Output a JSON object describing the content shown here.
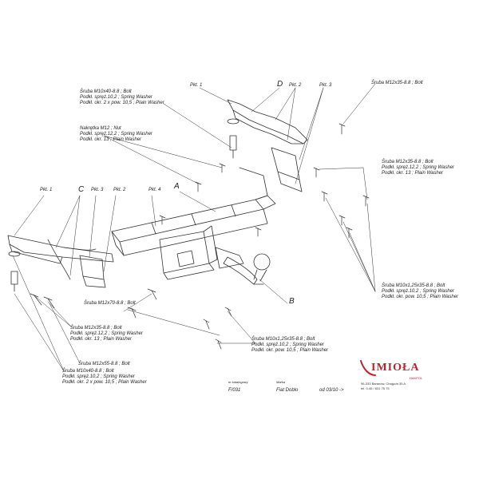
{
  "labels": {
    "bolt_m10x40_top": "Śruba M10x40-8.8 ; Bolt\nPodkł. spręż.10,2 ; Spring Washer\nPodkł. okr. 2 x pow. 10,5 ; Plain Washer",
    "nut_m12": "Nakrętka M12 ; Nut\nPodkł. spręż.12,2 ; Spring Washer\nPodkł. okr. 13 ; Plain Washer",
    "bolt_m12x35_top": "Śruba M12x35-8.8 ; Bolt",
    "bolt_m12x35_right": "Śruba M12x35-8.8 ; Bolt\nPodkł. spręż.12,2 ; Spring Washer\nPodkł. okr. 13 ; Plain Washer",
    "bolt_m10x1_right": "Śruba M10x1,25x35-8.8 ; Bolt\nPodkł. spręż.10,2 ; Spring Washer\nPodkł. okr. pow. 10,5 ; Plain Washer",
    "bolt_m12x70": "Śruba M12x70-8.8 ; Bolt",
    "bolt_m12x35_left": "Śruba M12x35-8.8 ; Bolt\nPodkł. spręż.12,2 ; Spring Washer\nPodkł. okr. 13 ; Plain Washer",
    "bolt_m12x55": "Śruba M12x55-8.8 ; Bolt",
    "bolt_m10x1_bottom": "Śruba M10x1,25x35-8.8 ; Bolt\nPodkł. spręż.10,2 ; Spring Washer\nPodkł. okr. pow. 10,5 ; Plain Washer",
    "bolt_m10x40_bottom": "Śruba M10x40-8.8 ; Bolt\nPodkł. spręż.10,2 ; Spring Washer\nPodkł. okr. 2 x pow. 10,5 ; Plain Washer"
  },
  "plates": {
    "pkt1_top": "Pkt. 1",
    "pkt2_top": "Pkt. 2",
    "pkt3_top": "Pkt. 3",
    "pkt1_left": "Pkt. 1",
    "pkt3_left": "Pkt. 3",
    "pkt2_left": "Pkt. 2",
    "pkt4": "Pkt. 4"
  },
  "parts": {
    "A": "A",
    "B": "B",
    "C": "C",
    "D": "D"
  },
  "meta": {
    "model_number_label": "nr katalogowy",
    "model_number": "F/031",
    "make_label": "Marka",
    "make": "Fiat Doblo",
    "date": "od 03/10 ->"
  },
  "logo": {
    "brand": "IMIOŁA",
    "sub": "HAKPOL",
    "address_1": "96-333 Baranów, Chajęcin 35 A",
    "address_2": "tel. 0-46 / 831 75 75"
  },
  "colors": {
    "line": "#333333",
    "brand": "#c21f2b"
  }
}
